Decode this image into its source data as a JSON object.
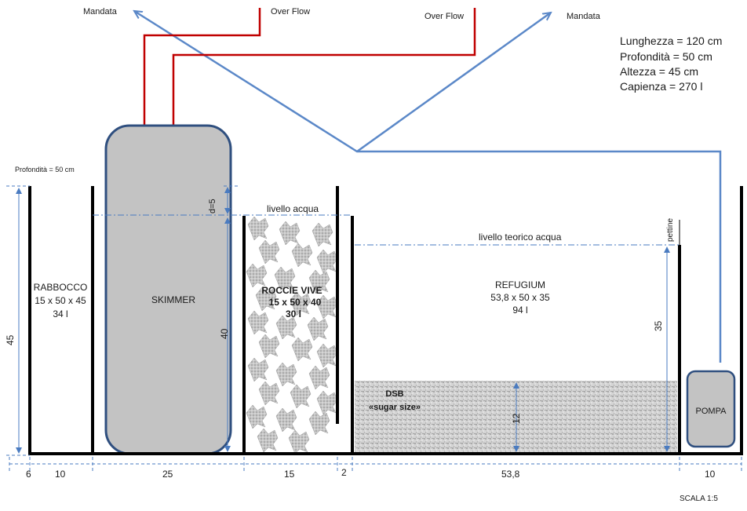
{
  "pipes": {
    "mandata_left": "Mandata",
    "mandata_right": "Mandata",
    "overflow_left": "Over Flow",
    "overflow_right": "Over Flow"
  },
  "specs": [
    "Lunghezza = 120 cm",
    "Profondità = 50 cm",
    "Altezza = 45 cm",
    "Capienza = 270 l"
  ],
  "depth_note": "Profondità = 50 cm",
  "sections": {
    "rabbocco": {
      "name": "RABBOCCO",
      "dims": "15 x 50 x 45",
      "volume": "34 l"
    },
    "skimmer": {
      "name": "SKIMMER"
    },
    "rocce": {
      "name": "ROCCIE VIVE",
      "dims": "15 x 50 x 40",
      "volume": "30 l"
    },
    "refugium": {
      "name": "REFUGIUM",
      "dims": "53,8 x 50 x 35",
      "volume": "94 l"
    },
    "dsb": {
      "line1": "DSB",
      "line2": "«sugar size»"
    },
    "pompa": {
      "name": "POMPA"
    }
  },
  "levels": {
    "livello_acqua": "livello acqua",
    "livello_teorico": "livello teorico acqua",
    "pettine": "pettine"
  },
  "dimensions": {
    "height_total": "45",
    "d5": "d=5",
    "skimmer_h": "40",
    "refugium_h": "35",
    "dsb_h": "12",
    "bottom": [
      "6",
      "10",
      "25",
      "15",
      "2",
      "53,8",
      "10"
    ]
  },
  "scale": "SCALA 1:5"
}
